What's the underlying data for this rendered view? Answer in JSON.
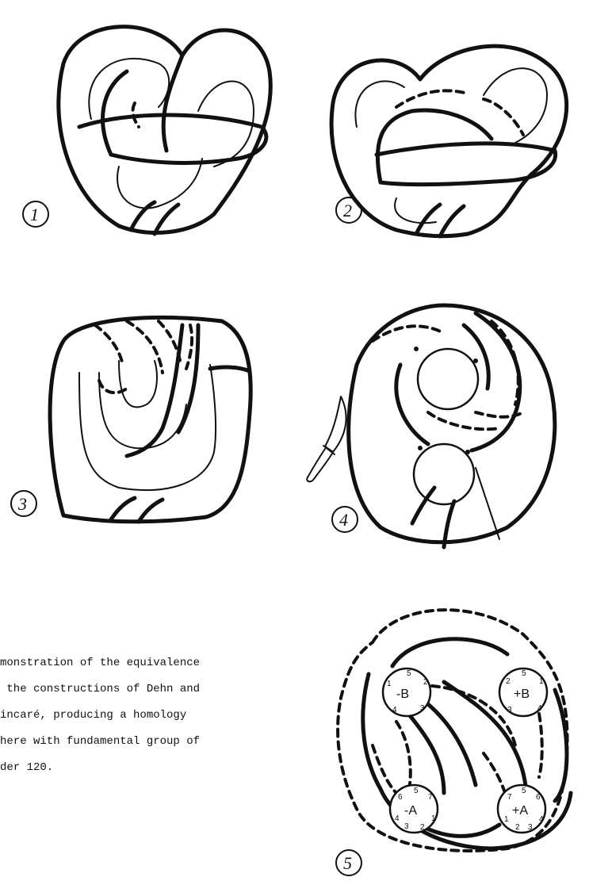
{
  "figure": {
    "panel_numbers": [
      "1",
      "2",
      "3",
      "4",
      "5"
    ],
    "disc_labels": [
      "-B",
      "+B",
      "-A",
      "+A"
    ],
    "disc_point_numbers": {
      "minus_b": [
        "1",
        "5",
        "2",
        "4",
        "3"
      ],
      "plus_b": [
        "2",
        "5",
        "1",
        "3",
        "4"
      ],
      "minus_a": [
        "6",
        "5",
        "7",
        "4",
        "3",
        "2",
        "1"
      ],
      "plus_a": [
        "7",
        "5",
        "6",
        "1",
        "2",
        "3",
        "4"
      ]
    },
    "knife_icon": "knife-icon"
  },
  "caption": {
    "lines": [
      "monstration of the equivalence",
      " the constructions of Dehn and",
      "incaré, producing a homology",
      "here with fundamental group of",
      "der 120."
    ]
  }
}
